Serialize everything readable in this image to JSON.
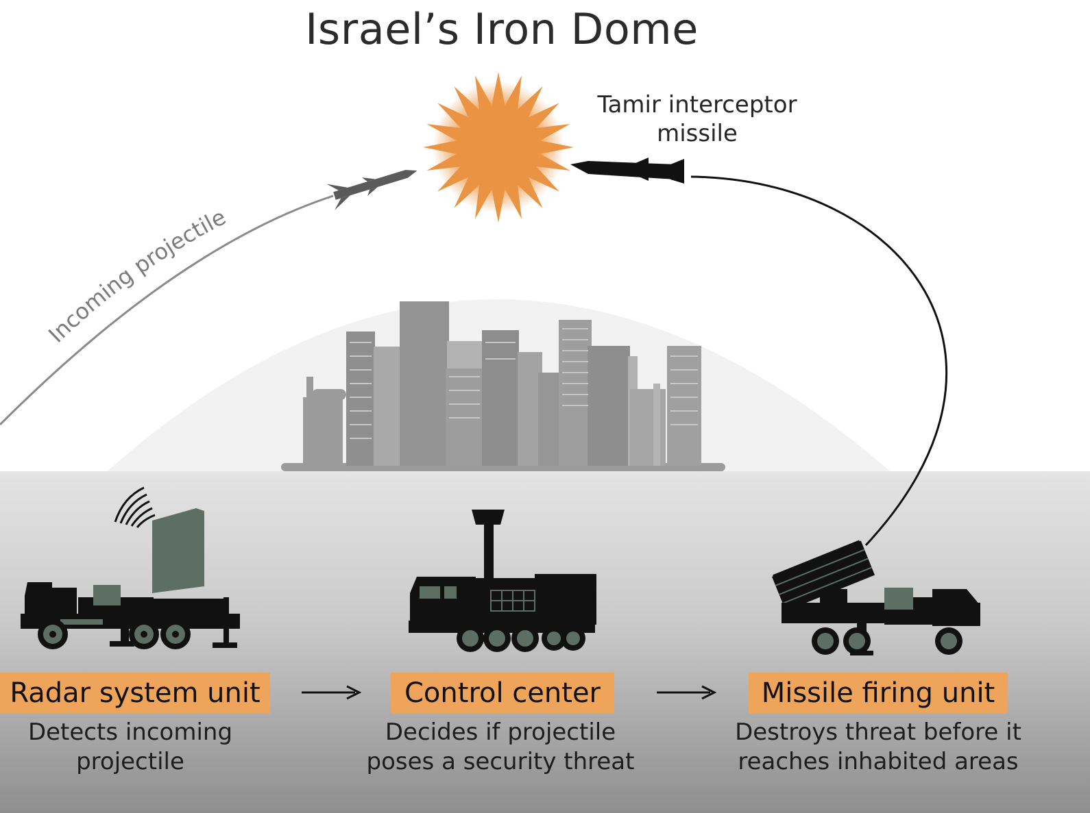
{
  "title": "Israel’s Iron Dome",
  "interceptor": {
    "label": "Tamir interceptor missile"
  },
  "incoming": {
    "label": "Incoming projectile"
  },
  "stages": [
    {
      "label": "Radar system unit",
      "description": "Detects incoming projectile"
    },
    {
      "label": "Control center",
      "description": "Decides if projectile poses a security threat"
    },
    {
      "label": "Missile firing unit",
      "description": "Destroys threat before it reaches inhabited areas"
    }
  ],
  "colors": {
    "accent": "#eea45a",
    "explosion": "#ea9443",
    "vehicle": "#111111",
    "wheel_hub": "#5d6f64",
    "radar_panel": "#5f7066",
    "city": "#9b9b9b"
  }
}
